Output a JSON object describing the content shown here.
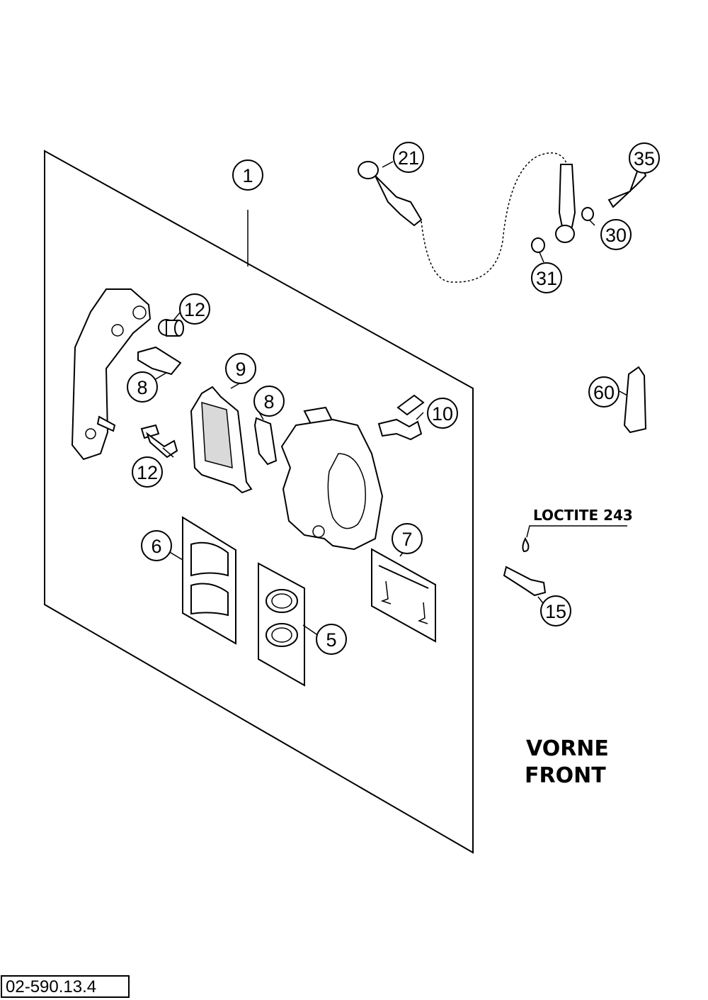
{
  "callouts": [
    {
      "id": "1",
      "label": "1"
    },
    {
      "id": "21",
      "label": "21"
    },
    {
      "id": "35",
      "label": "35"
    },
    {
      "id": "30",
      "label": "30"
    },
    {
      "id": "31",
      "label": "31"
    },
    {
      "id": "12a",
      "label": "12"
    },
    {
      "id": "8a",
      "label": "8"
    },
    {
      "id": "9",
      "label": "9"
    },
    {
      "id": "8b",
      "label": "8"
    },
    {
      "id": "10",
      "label": "10"
    },
    {
      "id": "60",
      "label": "60"
    },
    {
      "id": "12b",
      "label": "12"
    },
    {
      "id": "6",
      "label": "6"
    },
    {
      "id": "7",
      "label": "7"
    },
    {
      "id": "5",
      "label": "5"
    },
    {
      "id": "15",
      "label": "15"
    }
  ],
  "loctite_label": "LOCTITE 243",
  "title_de": "VORNE",
  "title_en": "FRONT",
  "drawing_number": "02-590.13.4"
}
